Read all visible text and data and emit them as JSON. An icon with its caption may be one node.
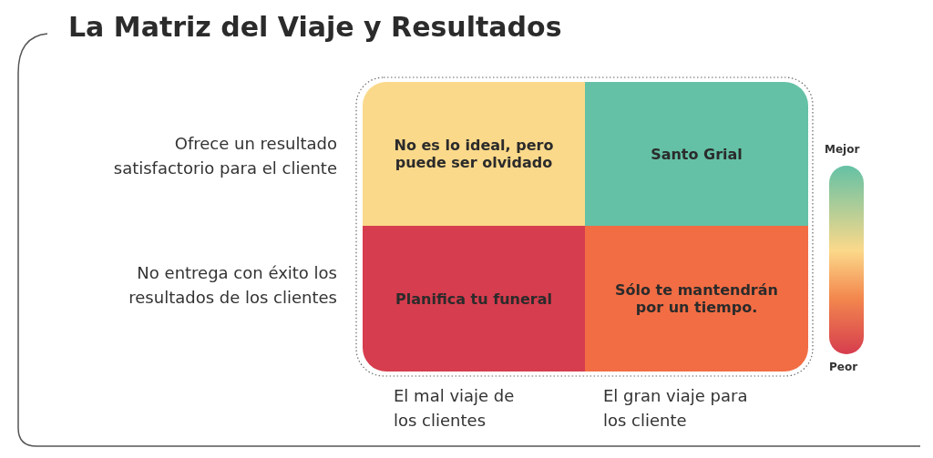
{
  "diagram": {
    "title": "La Matriz del Viaje y Resultados",
    "nodes": [
      {
        "text": [
          "No es lo ideal, pero puede ser olvidado"
        ]
      },
      {
        "text": [
          "Santo Grial"
        ]
      },
      {
        "text": [
          "Planifica tu funeral"
        ]
      },
      {
        "text": [
          "Sólo te mantendrán por un tiempo."
        ]
      },
      {
        "text": [],
        "shape": "bar"
      }
    ],
    "labels": [
      "Ofrece un resultado satisfactorio para el cliente",
      "No entrega con éxito los resultados de los clientes",
      "Mejor",
      "Peor",
      "El mal viaje de los clientes",
      "El gran viaje para los cliente"
    ]
  }
}
